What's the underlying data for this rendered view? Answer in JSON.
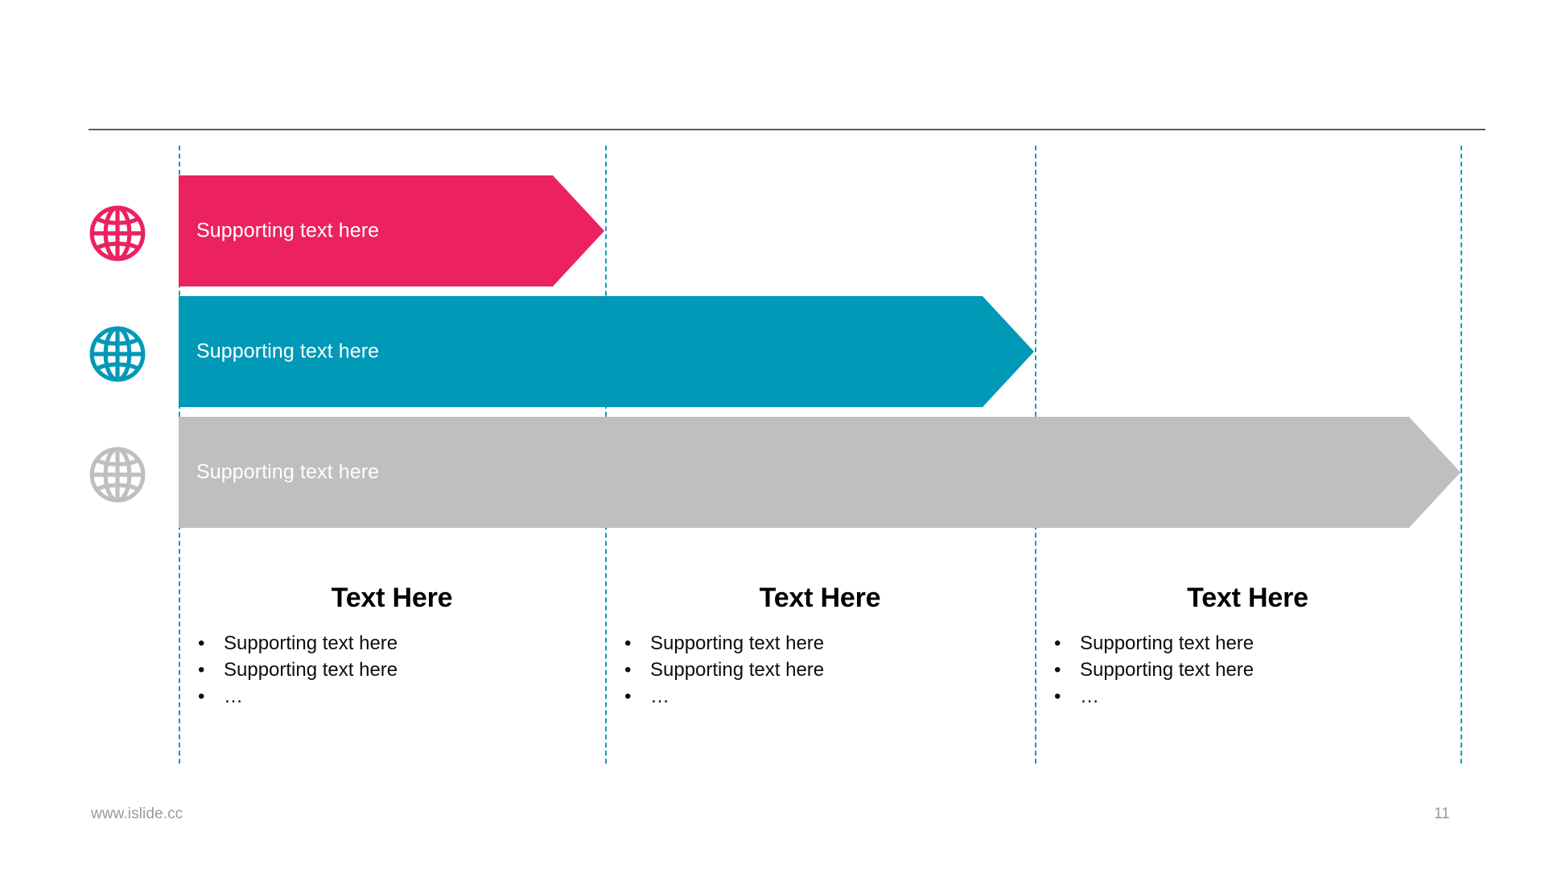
{
  "slide": {
    "footer_url": "www.islide.cc",
    "page_number": "11",
    "colors": {
      "pink": "#ec2161",
      "teal": "#0099b8",
      "gray": "#bfbfbf",
      "guide_line": "#0d9cbd",
      "rule": "#5a5f66",
      "footer_text": "#9a9a9a"
    }
  },
  "rows": [
    {
      "icon": "globe-icon",
      "icon_color": "#ec2161",
      "bar_color": "#ec2161",
      "label": "Supporting text here"
    },
    {
      "icon": "globe-icon",
      "icon_color": "#0099b8",
      "bar_color": "#0099b8",
      "label": "Supporting text here"
    },
    {
      "icon": "globe-icon",
      "icon_color": "#bfbfbf",
      "bar_color": "#bfbfbf",
      "label": "Supporting text here"
    }
  ],
  "columns": [
    {
      "title": "Text Here",
      "bullets": [
        "Supporting  text here",
        "Supporting  text here",
        "…"
      ]
    },
    {
      "title": "Text Here",
      "bullets": [
        "Supporting  text here",
        "Supporting  text here",
        "…"
      ]
    },
    {
      "title": "Text Here",
      "bullets": [
        "Supporting  text here",
        "Supporting  text here",
        "…"
      ]
    }
  ]
}
